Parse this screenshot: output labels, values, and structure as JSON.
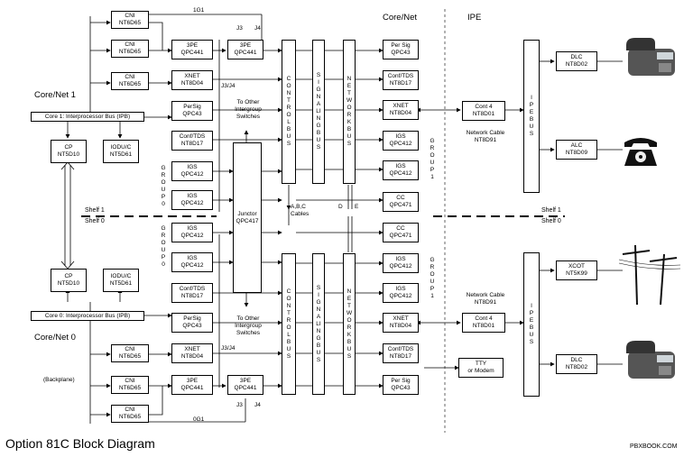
{
  "title": "Option 81C Block Diagram",
  "footer": "PBXBOOK.COM",
  "regions": {
    "core_net": "Core/Net",
    "ipe": "IPE",
    "core_net_1": "Core/Net 1",
    "core_net_0": "Core/Net 0"
  },
  "shelf": {
    "shelf1": "Shelf 1",
    "shelf0": "Shelf 0"
  },
  "backplane": "(Backplane)",
  "jlabels": {
    "g1": "1G1",
    "g0": "0G1",
    "j3": "J3",
    "j4": "J4",
    "j3j4": "J3/J4"
  },
  "ipb": {
    "top": "Core 1: Interprocessor Bus (IPB)",
    "bottom": "Core 0: Interprocessor Bus (IPB)"
  },
  "cni": {
    "name": "CNI",
    "code": "NT6D65"
  },
  "cp": {
    "name": "CP",
    "code": "NT5D10"
  },
  "iodu": {
    "name": "IODU/C",
    "code": "NT5D61"
  },
  "pe3": {
    "name": "3PE",
    "code": "QPC441"
  },
  "xnet": {
    "name": "XNET",
    "code": "NT8D04"
  },
  "persig": {
    "name": "PerSig",
    "code": "QPC43"
  },
  "persig2": {
    "name": "Per Sig",
    "code": "QPC43"
  },
  "conf": {
    "name": "Conf/TDS",
    "code": "NT8D17"
  },
  "igs": {
    "name": "IGS",
    "code": "QPC412"
  },
  "junctor": {
    "name": "Junctor",
    "code": "QPC417"
  },
  "cc": {
    "name": "CC",
    "code": "QPC471"
  },
  "cont4": {
    "name": "Cont 4",
    "code": "NT8D01"
  },
  "netcable": {
    "name": "Network Cable",
    "code": "NT8D91"
  },
  "dlc": {
    "name": "DLC",
    "code": "NT8D02"
  },
  "alc": {
    "name": "ALC",
    "code": "NT8D09"
  },
  "xcot": {
    "name": "XCOT",
    "code": "NT5K99"
  },
  "tty": {
    "name": "TTY",
    "code": "or Modem"
  },
  "other_igs": [
    "To Other",
    "Intergroup",
    "Switches"
  ],
  "abc": [
    "A,B,C",
    "Cables"
  ],
  "de": {
    "d": "D",
    "e": "E"
  },
  "buses": {
    "control": "CONTROL BUS",
    "signaling": "SIGNALING BUS",
    "network": "NETWORK BUS",
    "ipe": "IPE BUS"
  },
  "groups": {
    "group0": "GROUP 0",
    "group1": "GROUP 1"
  },
  "colors": {
    "line": "#000000",
    "background": "#ffffff"
  }
}
